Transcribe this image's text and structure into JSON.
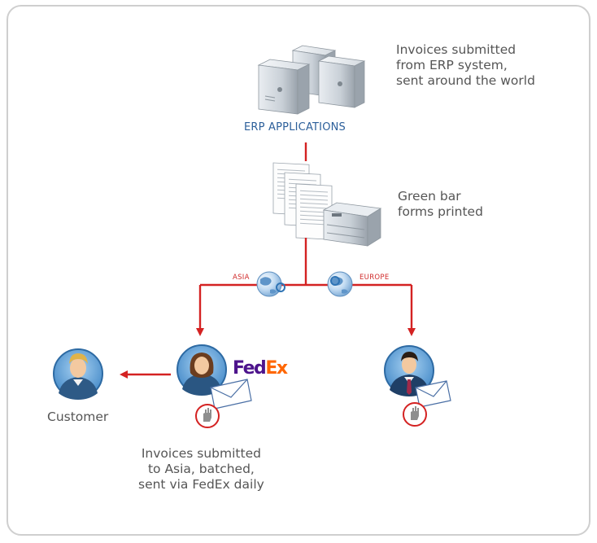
{
  "top_note": "Invoices submitted\nfrom ERP system,\nsent around the world",
  "erp_label": "ERP APPLICATIONS",
  "print_note": "Green bar\nforms printed",
  "regions": {
    "asia": "ASIA",
    "europe": "EUROPE"
  },
  "carrier": {
    "part1": "Fed",
    "part2": "Ex",
    "color1": "#4d148c",
    "color2": "#ff6600"
  },
  "customer_label": "Customer",
  "bottom_note": "Invoices submitted\nto Asia, batched,\nsent via FedEx daily",
  "colors": {
    "arrow": "#d42222",
    "erp_text": "#2c5f9a",
    "frame": "#cfcfcf"
  },
  "icons": [
    "server-icon",
    "document-stack-icon",
    "printer-icon",
    "globe-icon",
    "person-icon",
    "envelope-icon",
    "stop-hand-icon"
  ]
}
